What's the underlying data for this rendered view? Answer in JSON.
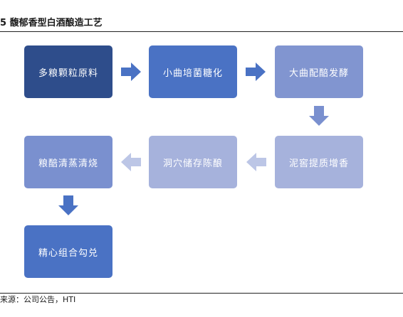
{
  "title": "5 馥郁香型白酒酿造工艺",
  "source": "来源：公司公告，HTI",
  "steps": [
    {
      "label": "多粮颗粒原料",
      "color": "#2e4d8b"
    },
    {
      "label": "小曲培菌糖化",
      "color": "#4a72c4"
    },
    {
      "label": "大曲配醅发酵",
      "color": "#8195d0"
    },
    {
      "label": "泥窖提质增香",
      "color": "#a6b2dc"
    },
    {
      "label": "洞穴储存陈酿",
      "color": "#a6b2dc"
    },
    {
      "label": "粮醅清蒸清烧",
      "color": "#7a90cf"
    },
    {
      "label": "精心组合勾兑",
      "color": "#4a72c4"
    }
  ],
  "colors": {
    "arrow_dark": "#4a72c4",
    "arrow_mid": "#7a90cf",
    "arrow_light": "#bcc6e6"
  }
}
